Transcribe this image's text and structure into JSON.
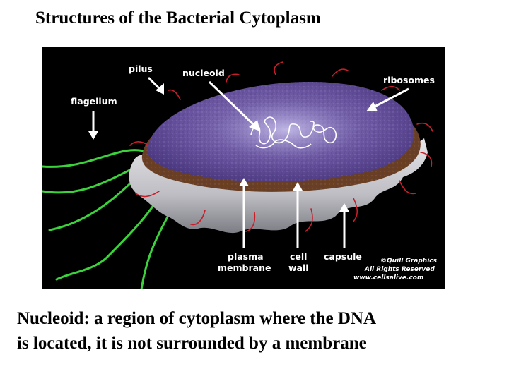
{
  "title": "Structures of the Bacterial Cytoplasm",
  "labels": {
    "pilus": "pilus",
    "nucleoid": "nucleoid",
    "ribosomes": "ribosomes",
    "flagellum": "flagellum",
    "plasma_membrane_line1": "plasma",
    "plasma_membrane_line2": "membrane",
    "cell_wall_line1": "cell",
    "cell_wall_line2": "wall",
    "capsule": "capsule"
  },
  "credit": {
    "line1": "©Quill Graphics",
    "line2": "All Rights Reserved",
    "line3": "www.cellsalive.com"
  },
  "caption": {
    "line1": "Nucleoid: a region of cytoplasm where the DNA",
    "line2": "is located, it is not surrounded by a membrane"
  },
  "colors": {
    "cytoplasm": "#6a55a0",
    "cell_wall": "#6b3f22",
    "capsule": "#c8c8cc",
    "flagella": "#3cd23c",
    "pili": "#c81e2a"
  }
}
